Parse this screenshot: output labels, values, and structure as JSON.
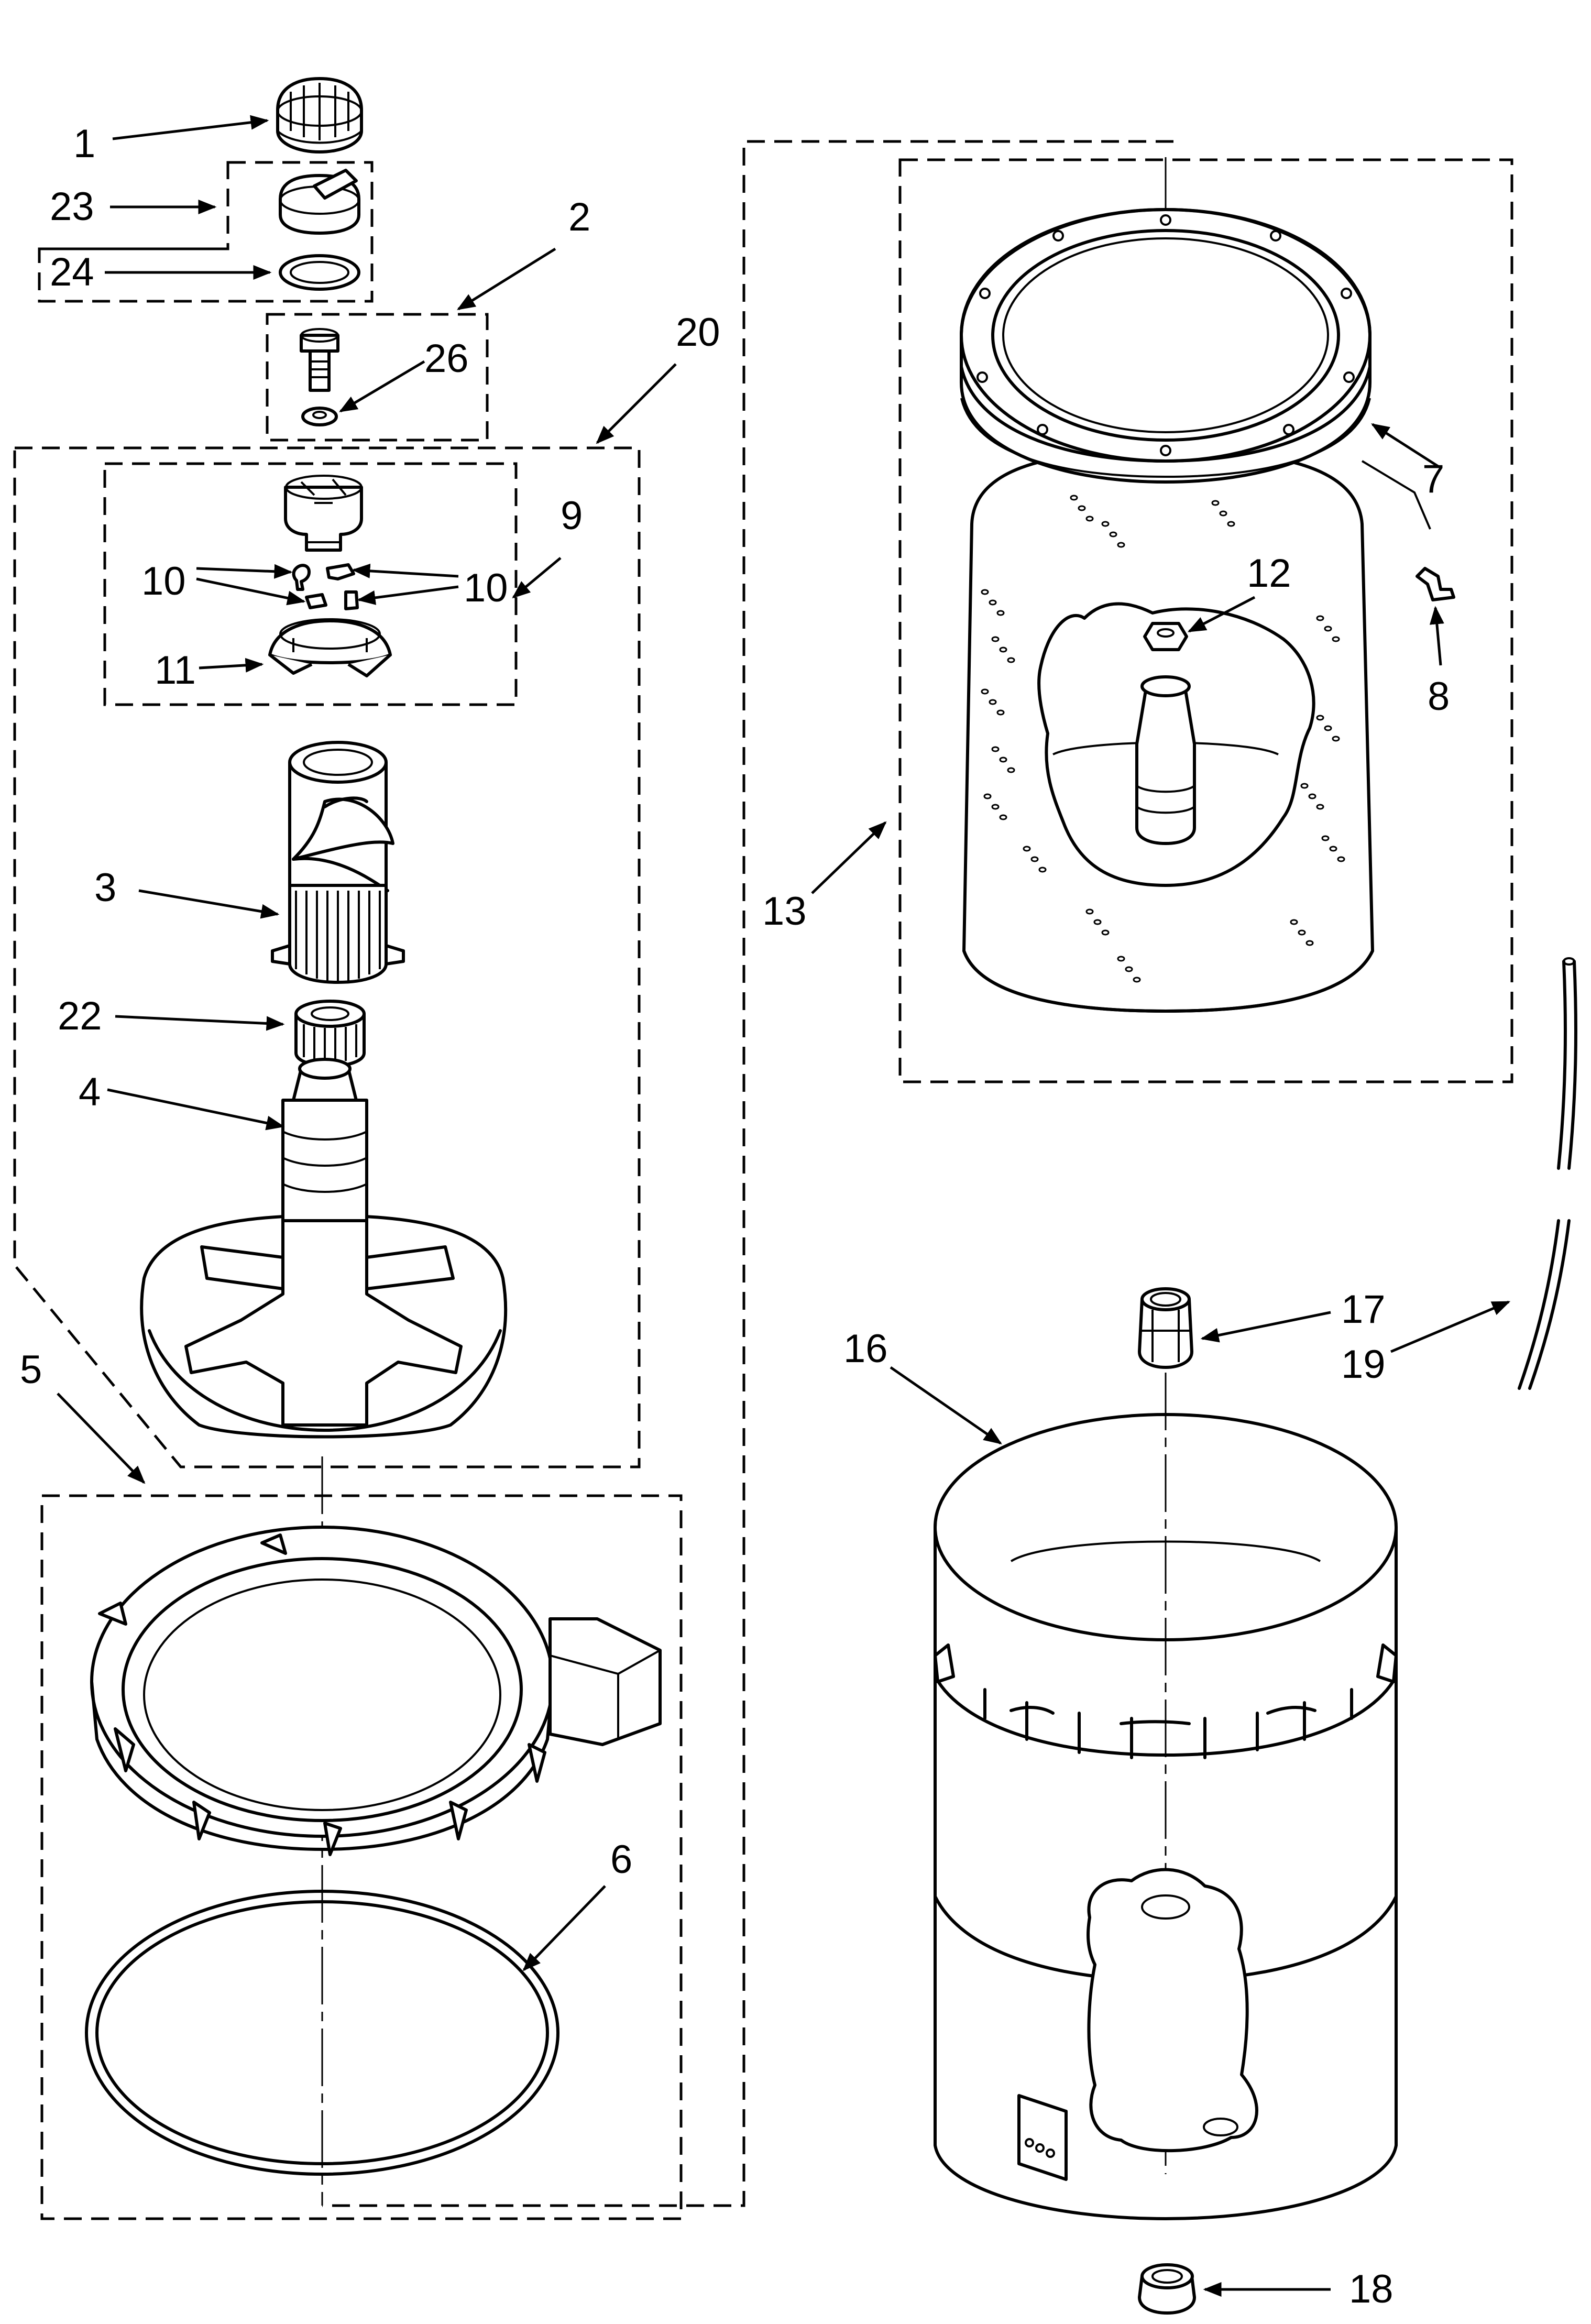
{
  "diagram": {
    "colors": {
      "ink": "#000000",
      "paper": "#ffffff"
    },
    "callouts": {
      "c1": "1",
      "c2": "2",
      "c3": "3",
      "c4": "4",
      "c5": "5",
      "c6": "6",
      "c7": "7",
      "c8": "8",
      "c9": "9",
      "c10a": "10",
      "c10b": "10",
      "c11": "11",
      "c12": "12",
      "c13": "13",
      "c16": "16",
      "c17": "17",
      "c18": "18",
      "c19": "19",
      "c20": "20",
      "c22": "22",
      "c23": "23",
      "c24": "24",
      "c26": "26"
    }
  }
}
